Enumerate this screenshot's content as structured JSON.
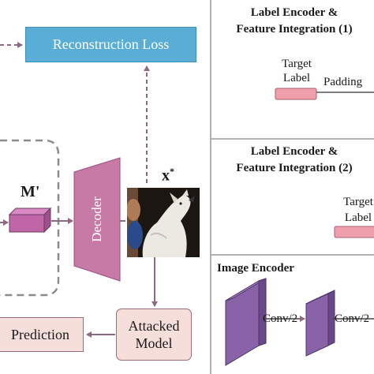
{
  "left_panel": {
    "reconstruction_loss": "Reconstruction Loss",
    "decoder": "Decoder",
    "m_prime": "M'",
    "x_star": "x",
    "x_star_sup": "*",
    "prediction": "Prediction",
    "attacked_model_line1": "Attacked",
    "attacked_model_line2": "Model"
  },
  "panel1": {
    "title_line1": "Label Encoder &",
    "title_line2": "Feature Integration (1)",
    "target_label_line1": "Target",
    "target_label_line2": "Label",
    "padding": "Padding"
  },
  "panel2": {
    "title_line1": "Label Encoder &",
    "title_line2": "Feature Integration (2)",
    "target_label_line1": "Target",
    "target_label_line2": "Label"
  },
  "panel3": {
    "title": "Image Encoder",
    "conv1": "Conv/2",
    "conv2": "Conv/2"
  },
  "colors": {
    "recon_fill": "#5aaed5",
    "decoder_fill": "#c77aa6",
    "block_fill": "#c066a8",
    "box_fill": "#f6dfdb",
    "arrow": "#8c6a86",
    "feature_map": "#8a62a8",
    "label_bar": "#ef9fac"
  }
}
